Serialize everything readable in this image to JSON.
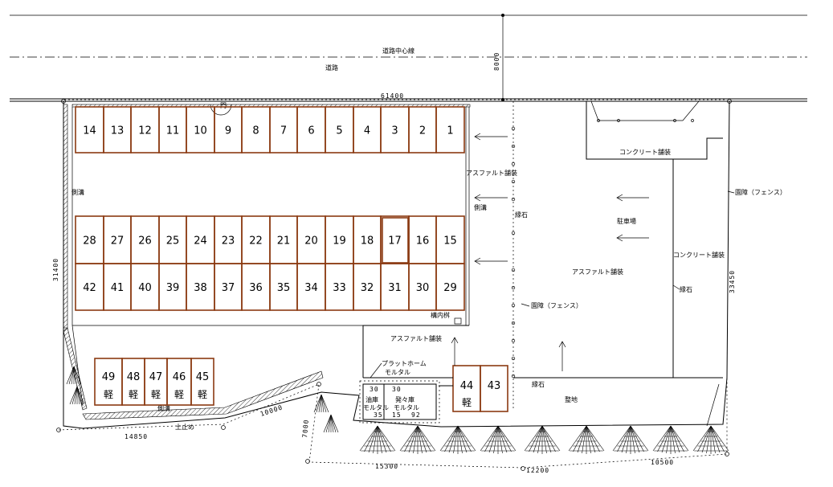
{
  "labels": {
    "road_center": "道路中心線",
    "road": "道路",
    "side_ditch_left": "側溝",
    "side_ditch_mid": "側溝",
    "side_ditch_bottom": "側溝",
    "asphalt_1": "アスファルト舗装",
    "asphalt_2": "アスファルト舗装",
    "asphalt_3": "アスファルト舗装",
    "curb_1": "縁石",
    "curb_2": "縁石",
    "curb_3": "縁石",
    "fence_1": "園障（フェンス）",
    "fence_2": "園障（フェンス）",
    "concrete_1": "コンクリート舗装",
    "concrete_2": "コンクリート舗装",
    "parking": "駐車場",
    "grading": "整地",
    "platform": "プラットホーム",
    "mortar_1": "モルタル",
    "oil_store": "油庫",
    "mortar_2": "モルタル",
    "gen_store": "発々庫",
    "mortar_3": "モルタル",
    "inner_catch": "構内桝",
    "retaining": "土止め",
    "gate": "門"
  },
  "dimensions": {
    "road_width": "8000",
    "frontage": "61400",
    "depth_left": "31400",
    "depth_right": "33450",
    "bottom_1": "14850",
    "bottom_2": "10000",
    "bottom_3": "7000",
    "bottom_4": "15300",
    "bottom_5": "12200",
    "bottom_6": "10500",
    "small_1": "30",
    "small_2": "30",
    "small_3": "35",
    "small_4": "15",
    "small_5": "92"
  },
  "stalls": {
    "row1": [
      "14",
      "13",
      "12",
      "11",
      "10",
      "9",
      "8",
      "7",
      "6",
      "5",
      "4",
      "3",
      "2",
      "1"
    ],
    "row2": [
      "28",
      "27",
      "26",
      "25",
      "24",
      "23",
      "22",
      "21",
      "20",
      "19",
      "18",
      "17",
      "16",
      "15"
    ],
    "row3": [
      "42",
      "41",
      "40",
      "39",
      "38",
      "37",
      "36",
      "35",
      "34",
      "33",
      "32",
      "31",
      "30",
      "29"
    ],
    "kei_row": [
      "49",
      "48",
      "47",
      "46",
      "45"
    ],
    "kei_label": "軽",
    "right_pair": [
      "44",
      "43"
    ]
  },
  "colors": {
    "stall_outline": "#8b3a12",
    "line": "#000000"
  }
}
